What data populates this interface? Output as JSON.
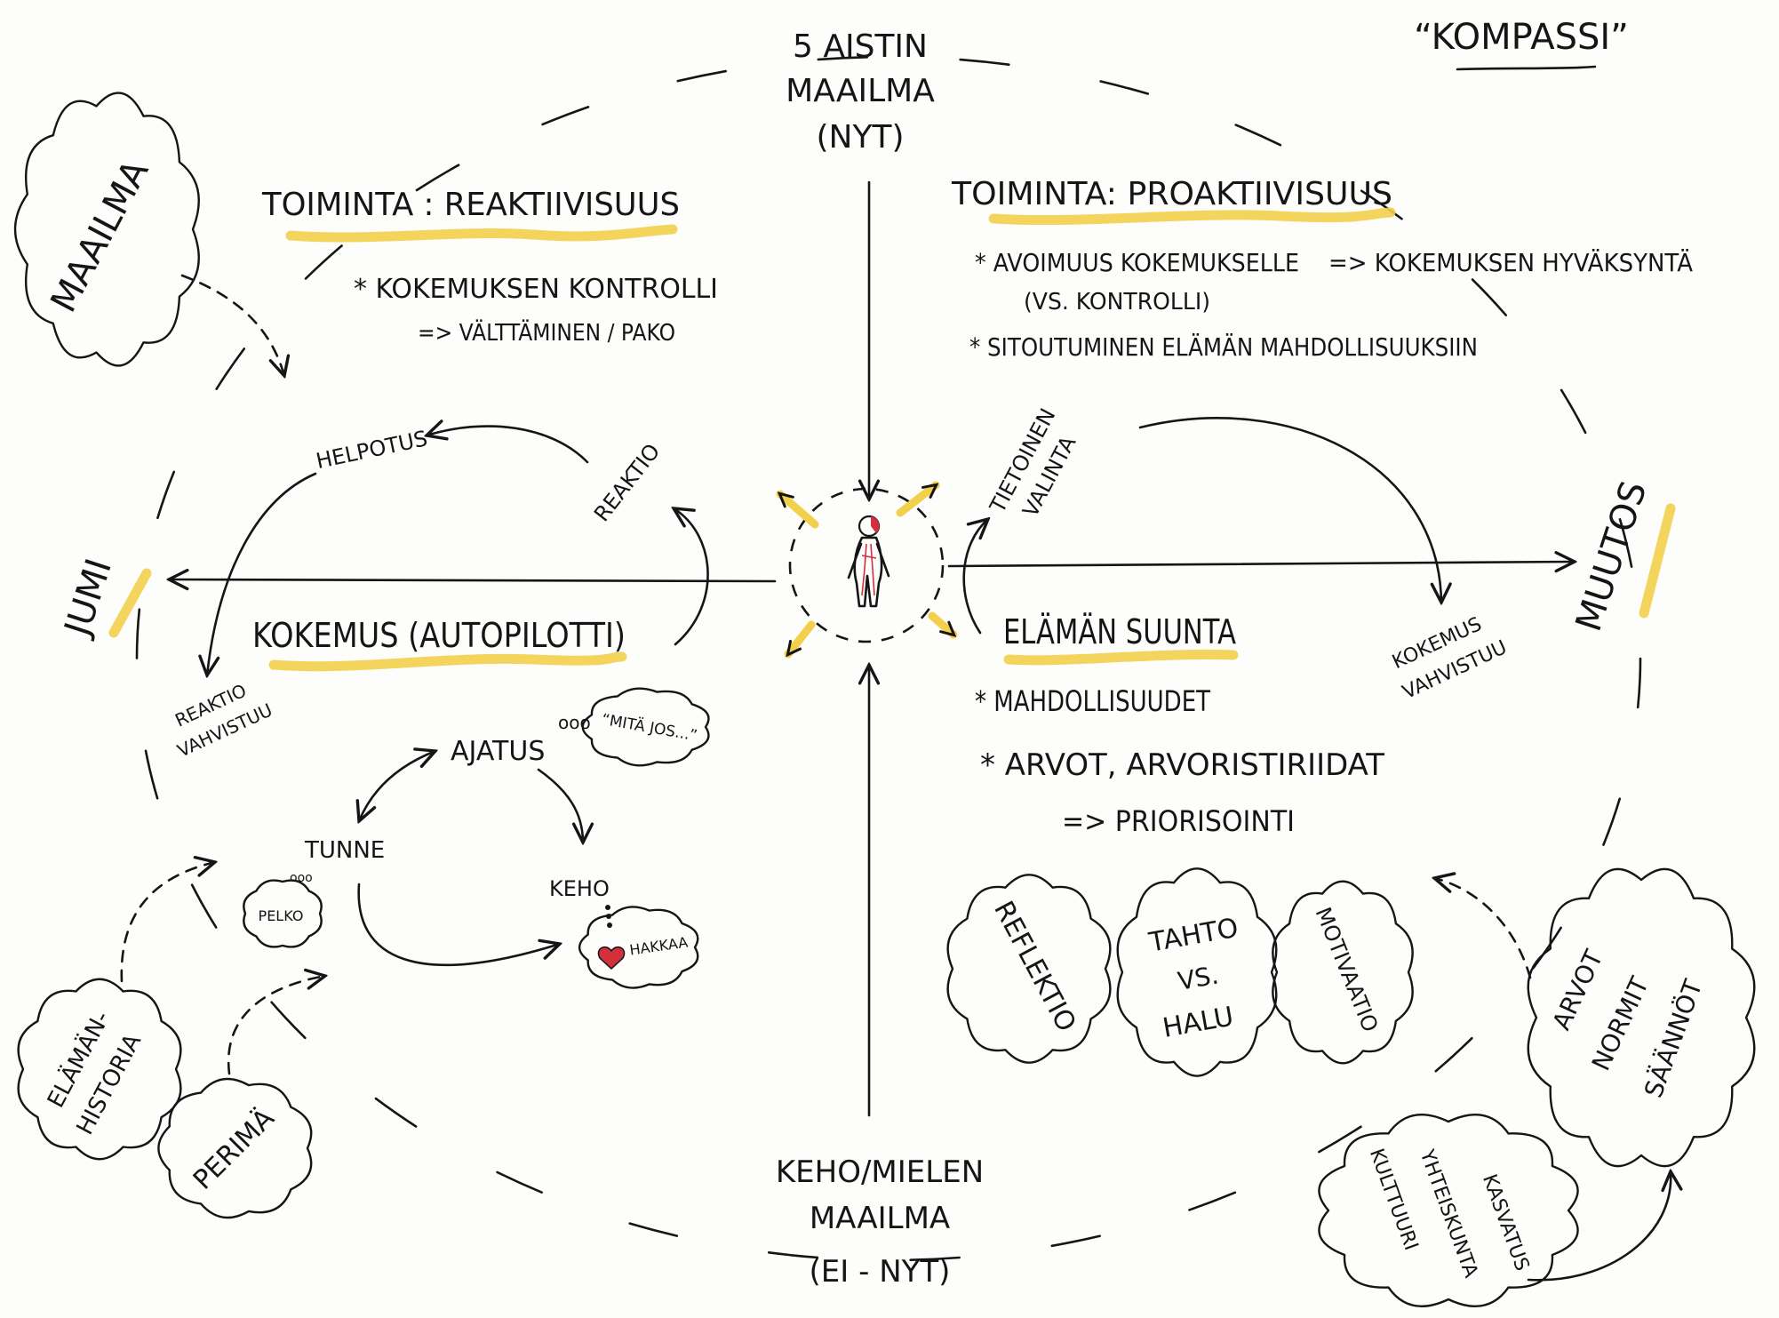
{
  "title": "“KOMPASSI”",
  "colors": {
    "ink": "#151515",
    "highlight": "#f2d04b",
    "heart": "#d2303c",
    "paper": "#fdfdfb"
  },
  "top_pole": {
    "line1": "5 AISTIN",
    "line2": "MAAILMA",
    "line3": "(NYT)"
  },
  "bottom_pole": {
    "line1": "KEHO/MIELEN",
    "line2": "MAAILMA",
    "line3": "(EI - NYT)"
  },
  "left_pole": "JUMI",
  "right_pole": "MUUTOS",
  "world_cloud": "MAAILMA",
  "reactive": {
    "heading": "TOIMINTA : REAKTIIVISUUS",
    "control": "* KOKEMUKSEN KONTROLLI",
    "avoidance": "=> VÄLTTÄMINEN / PAKO",
    "relief": "HELPOTUS",
    "reaction": "REAKTIO",
    "reaction_strengthens": [
      "REAKTIO",
      "VAHVISTUU"
    ]
  },
  "experience": {
    "heading": "KOKEMUS (AUTOPILOTTI)",
    "thought": "AJATUS",
    "thought_dots": "ooo",
    "thought_bubble": "“MITÄ JOS...”",
    "feeling": "TUNNE",
    "feeling_dots": "ooo",
    "fear": "PELKO",
    "body": "KEHO",
    "heartbeat": "HAKKAA",
    "life_history": [
      "ELÄMÄN-",
      "HISTORIA"
    ],
    "heredity": "PERIMÄ"
  },
  "proactive": {
    "heading": "TOIMINTA: PROAKTIIVISUUS",
    "openness": "* AVOIMUUS KOKEMUKSELLE",
    "acceptance": "=> KOKEMUKSEN HYVÄKSYNTÄ",
    "versus_control": "(VS. KONTROLLI)",
    "commitment": "* SITOUTUMINEN ELÄMÄN MAHDOLLISUUKSIIN",
    "conscious_choice": [
      "TIETOINEN",
      "VALINTA"
    ],
    "experience_strengthens": [
      "KOKEMUS",
      "VAHVISTUU"
    ]
  },
  "life_direction": {
    "heading": "ELÄMÄN SUUNTA",
    "possibilities": "* MAHDOLLISUUDET",
    "values": "* ARVOT, ARVORISTIRIIDAT",
    "prioritizing": "=> PRIORISOINTI"
  },
  "clouds": {
    "reflection": "REFLEKTIO",
    "will_vs_desire": [
      "TAHTO",
      "VS.",
      "HALU"
    ],
    "motivation": "MOTIVAATIO",
    "norms": [
      "ARVOT",
      "NORMIT",
      "SÄÄNNÖT"
    ],
    "society": [
      "KULTTUURI",
      "YHTEISKUNTA",
      "KASVATUS"
    ]
  }
}
